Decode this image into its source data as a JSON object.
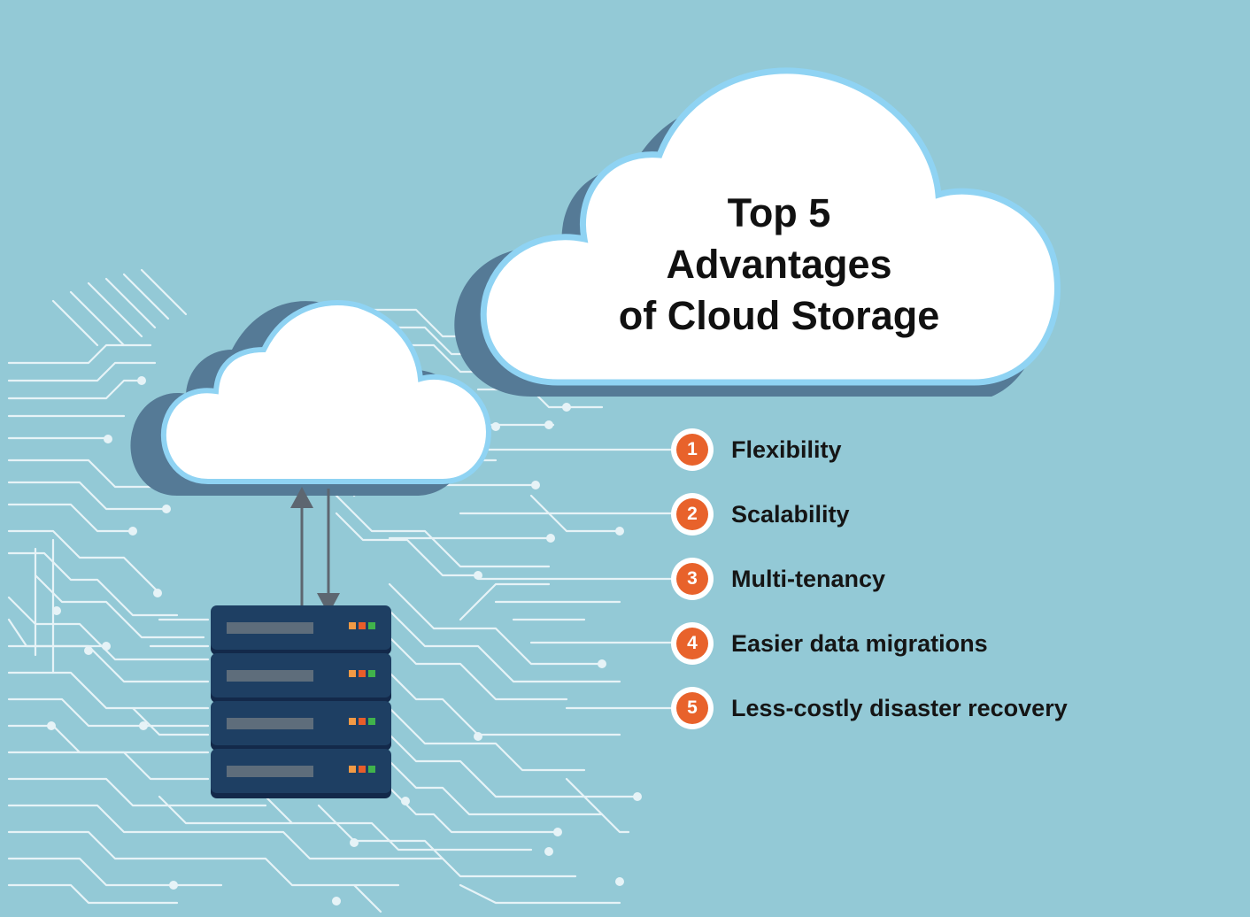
{
  "title_lines": [
    "Top 5",
    "Advantages",
    "of Cloud Storage"
  ],
  "advantages": [
    {
      "number": "1",
      "label": "Flexibility"
    },
    {
      "number": "2",
      "label": "Scalability"
    },
    {
      "number": "3",
      "label": "Multi-tenancy"
    },
    {
      "number": "4",
      "label": "Easier data migrations"
    },
    {
      "number": "5",
      "label": "Less-costly disaster recovery"
    }
  ],
  "colors": {
    "background": "#93c9d6",
    "circuit": "#e6f3f7",
    "cloud_fill": "#ffffff",
    "cloud_outline": "#8fd3f3",
    "cloud_shadow": "#557a96",
    "server_body": "#1e3f63",
    "server_slot": "#5e6d7b",
    "arrow": "#5d6670",
    "badge": "#e8622b",
    "led_colors": [
      "#f29a45",
      "#e85d2a",
      "#40b34b"
    ]
  },
  "icons": [
    "large-cloud-icon",
    "small-cloud-icon",
    "server-rack-icon",
    "upload-arrow-icon",
    "download-arrow-icon",
    "circuit-pattern"
  ]
}
